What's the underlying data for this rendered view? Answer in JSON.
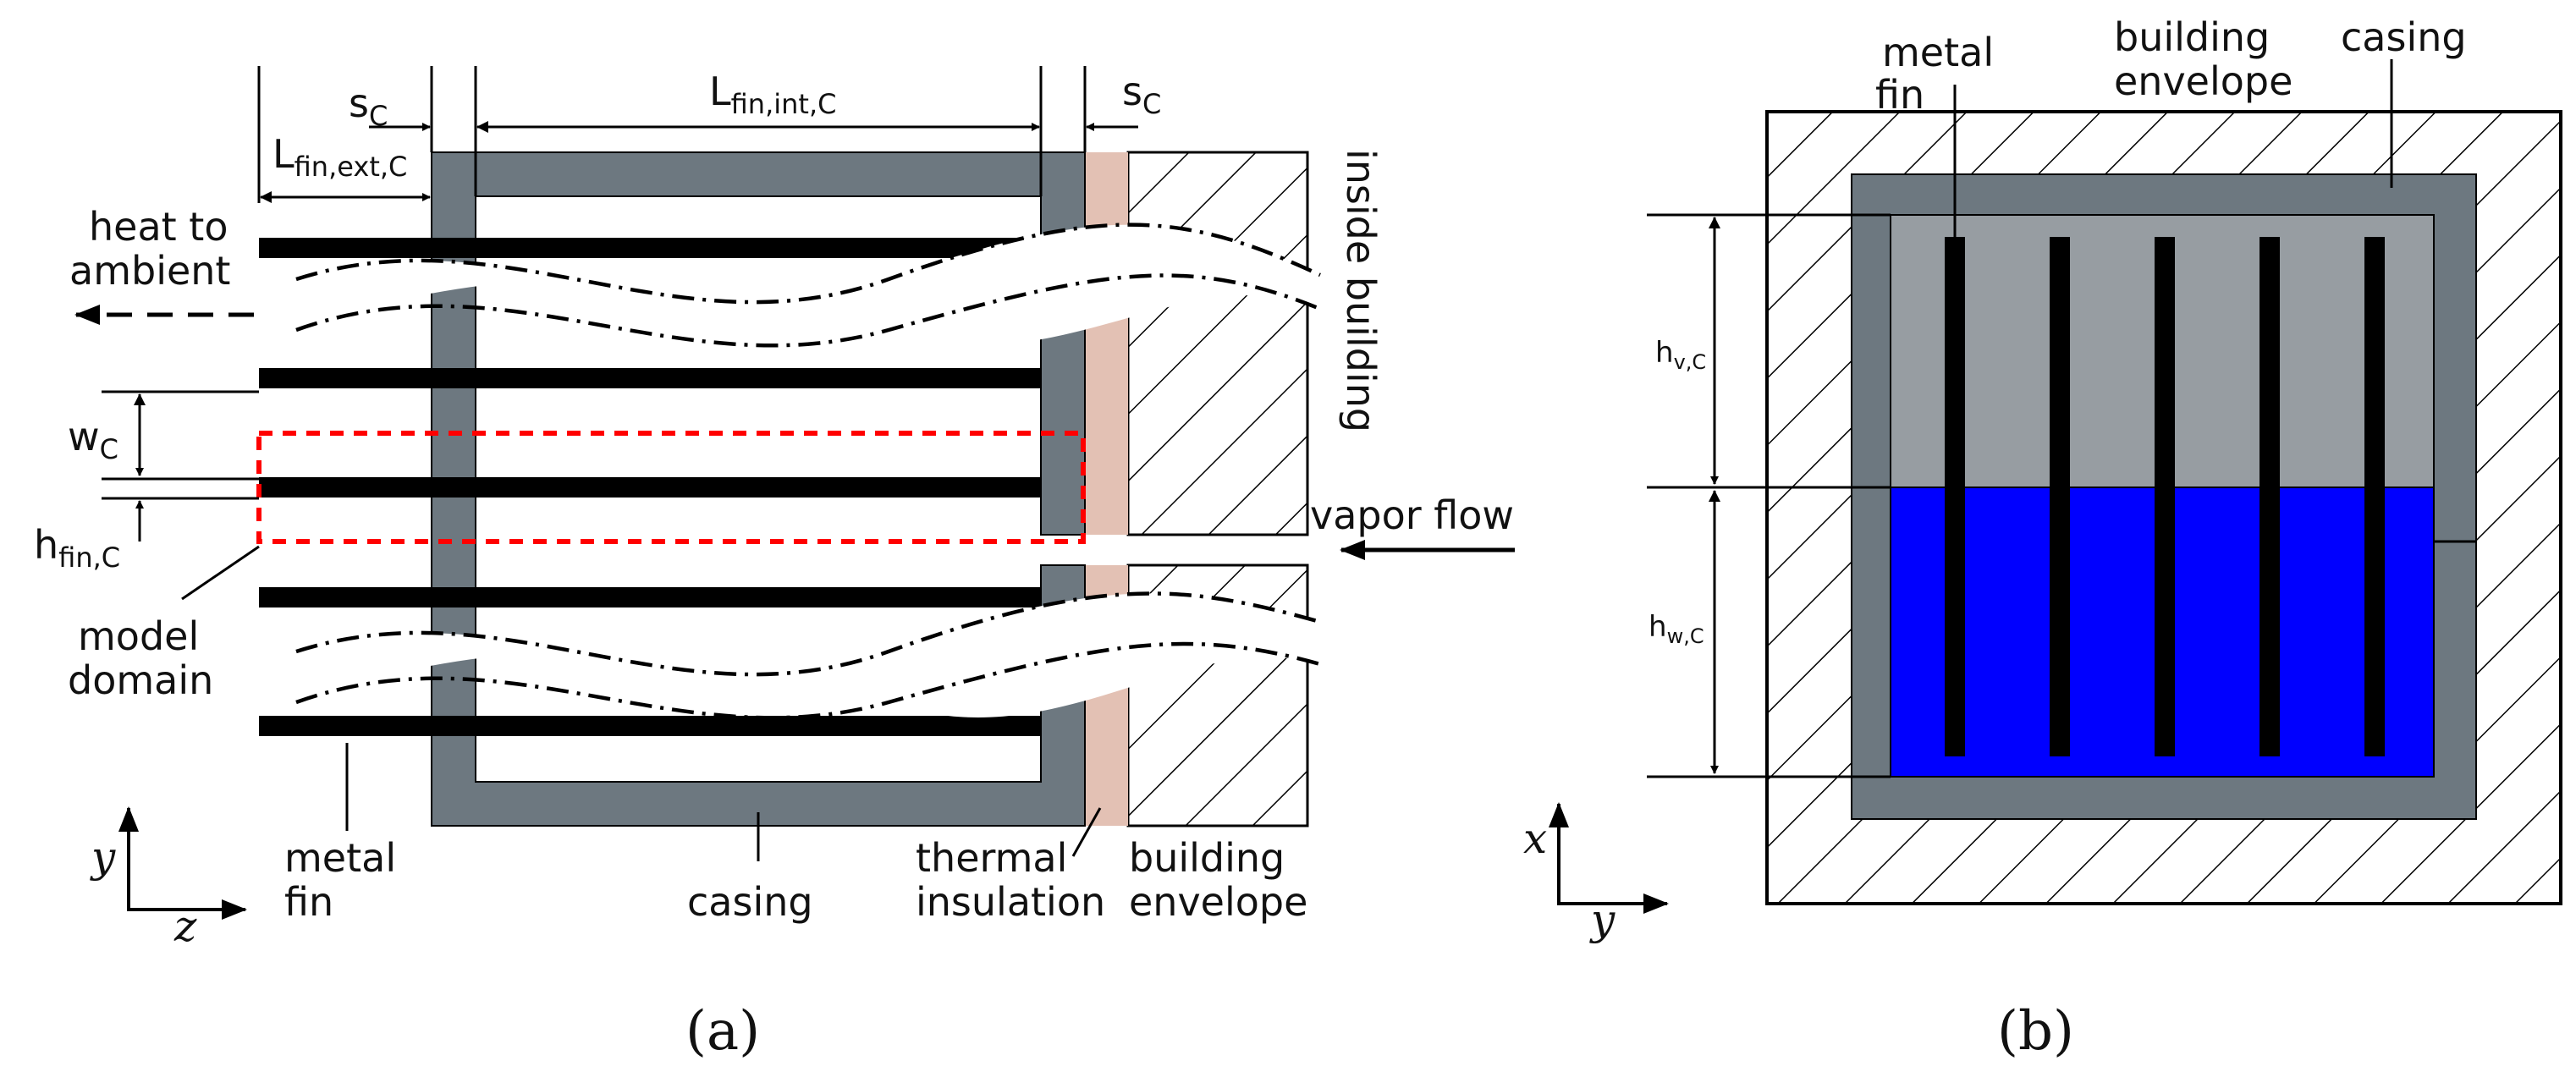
{
  "panel_a": {
    "label_s_left": "s",
    "label_s_sub": "C",
    "label_s_right": "s",
    "label_s_right_sub": "C",
    "label_lint": "L",
    "label_lint_sub": "fin,int,C",
    "label_lext": "L",
    "label_lext_sub": "fin,ext,C",
    "label_heat_1": "heat to",
    "label_heat_2": "ambient",
    "label_w": "w",
    "label_w_sub": "C",
    "label_h": "h",
    "label_h_sub": "fin,C",
    "label_model_1": "model",
    "label_model_2": "domain",
    "label_vapor": "vapor flow",
    "label_inside": "inside building",
    "label_fin_1": "metal",
    "label_fin_2": "fin",
    "label_casing": "casing",
    "label_insul_1": "thermal",
    "label_insul_2": "insulation",
    "label_env_1": "building",
    "label_env_2": "envelope",
    "axis_y": "y",
    "axis_z": "z",
    "caption": "(a)"
  },
  "panel_b": {
    "label_fin_1": "metal",
    "label_fin_2": "fin",
    "label_env_1": "building",
    "label_env_2": "envelope",
    "label_casing": "casing",
    "label_hv": "h",
    "label_hv_sub": "v,C",
    "label_hw": "h",
    "label_hw_sub": "w,C",
    "axis_x": "x",
    "axis_y": "y",
    "caption": "(b)"
  },
  "colors": {
    "casing": "#6d7880",
    "vapor": "#979da2",
    "water": "#0000ff",
    "insulation": "#e3c1b4",
    "fin": "#000000",
    "model_domain": "#ff0000"
  }
}
